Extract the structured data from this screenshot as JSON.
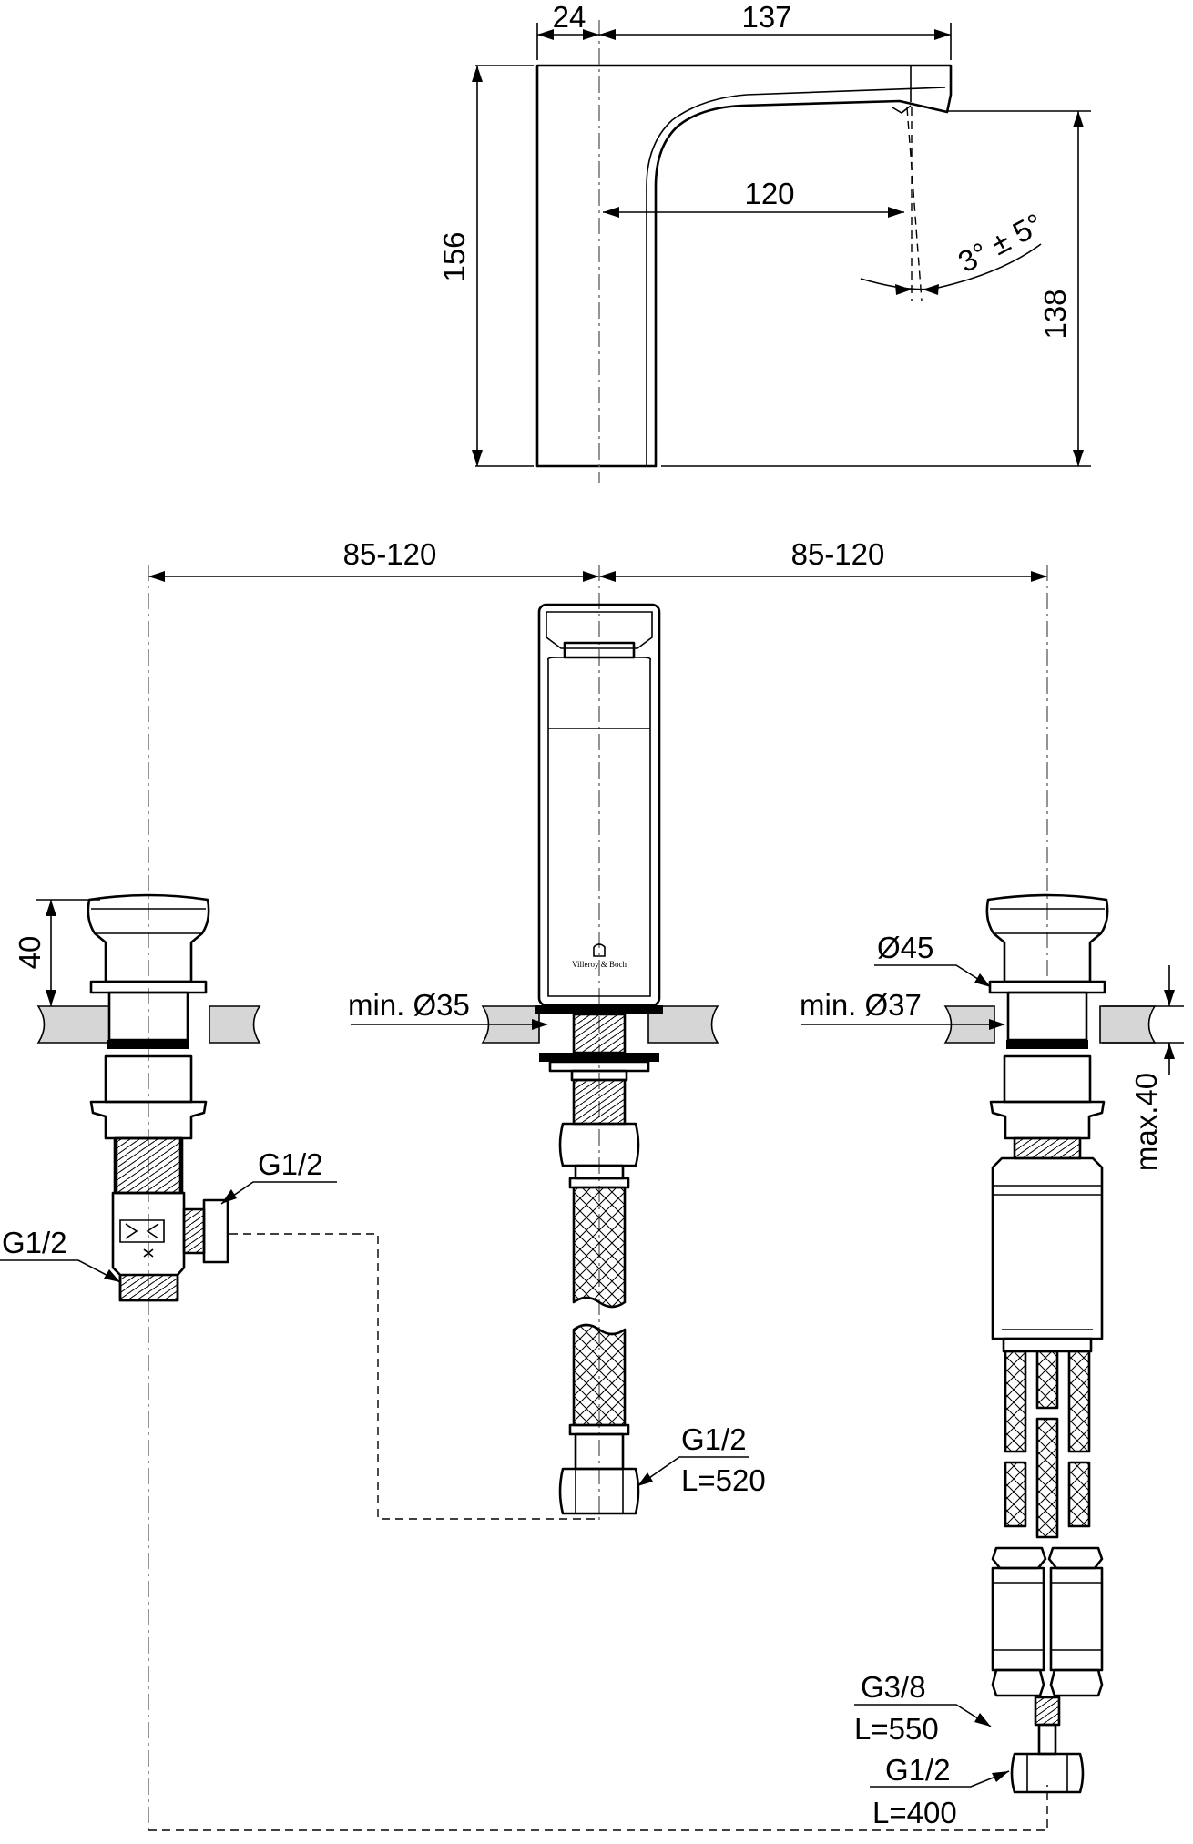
{
  "side_view": {
    "dim_top_left": "24",
    "dim_top_right": "137",
    "dim_reach": "120",
    "dim_total_height": "156",
    "dim_outlet_height": "138",
    "angle_label": "3° ± 5°"
  },
  "front_view": {
    "spacing_left": "85-120",
    "spacing_right": "85-120",
    "left_valve": {
      "height_above_deck": "40",
      "outlet_thread": "G1/2",
      "inlet_thread": "G1/2"
    },
    "spout": {
      "min_hole": "min. Ø35",
      "brand": "Villeroy & Boch",
      "hose_thread": "G1/2",
      "hose_length": "L=520"
    },
    "right_valve": {
      "rosette_diameter": "Ø45",
      "min_hole": "min. Ø37",
      "max_deck_thickness": "max.40",
      "hose_thread_a": "G3/8",
      "hose_length_a": "L=550",
      "hose_thread_b": "G1/2",
      "hose_length_b": "L=400"
    }
  }
}
